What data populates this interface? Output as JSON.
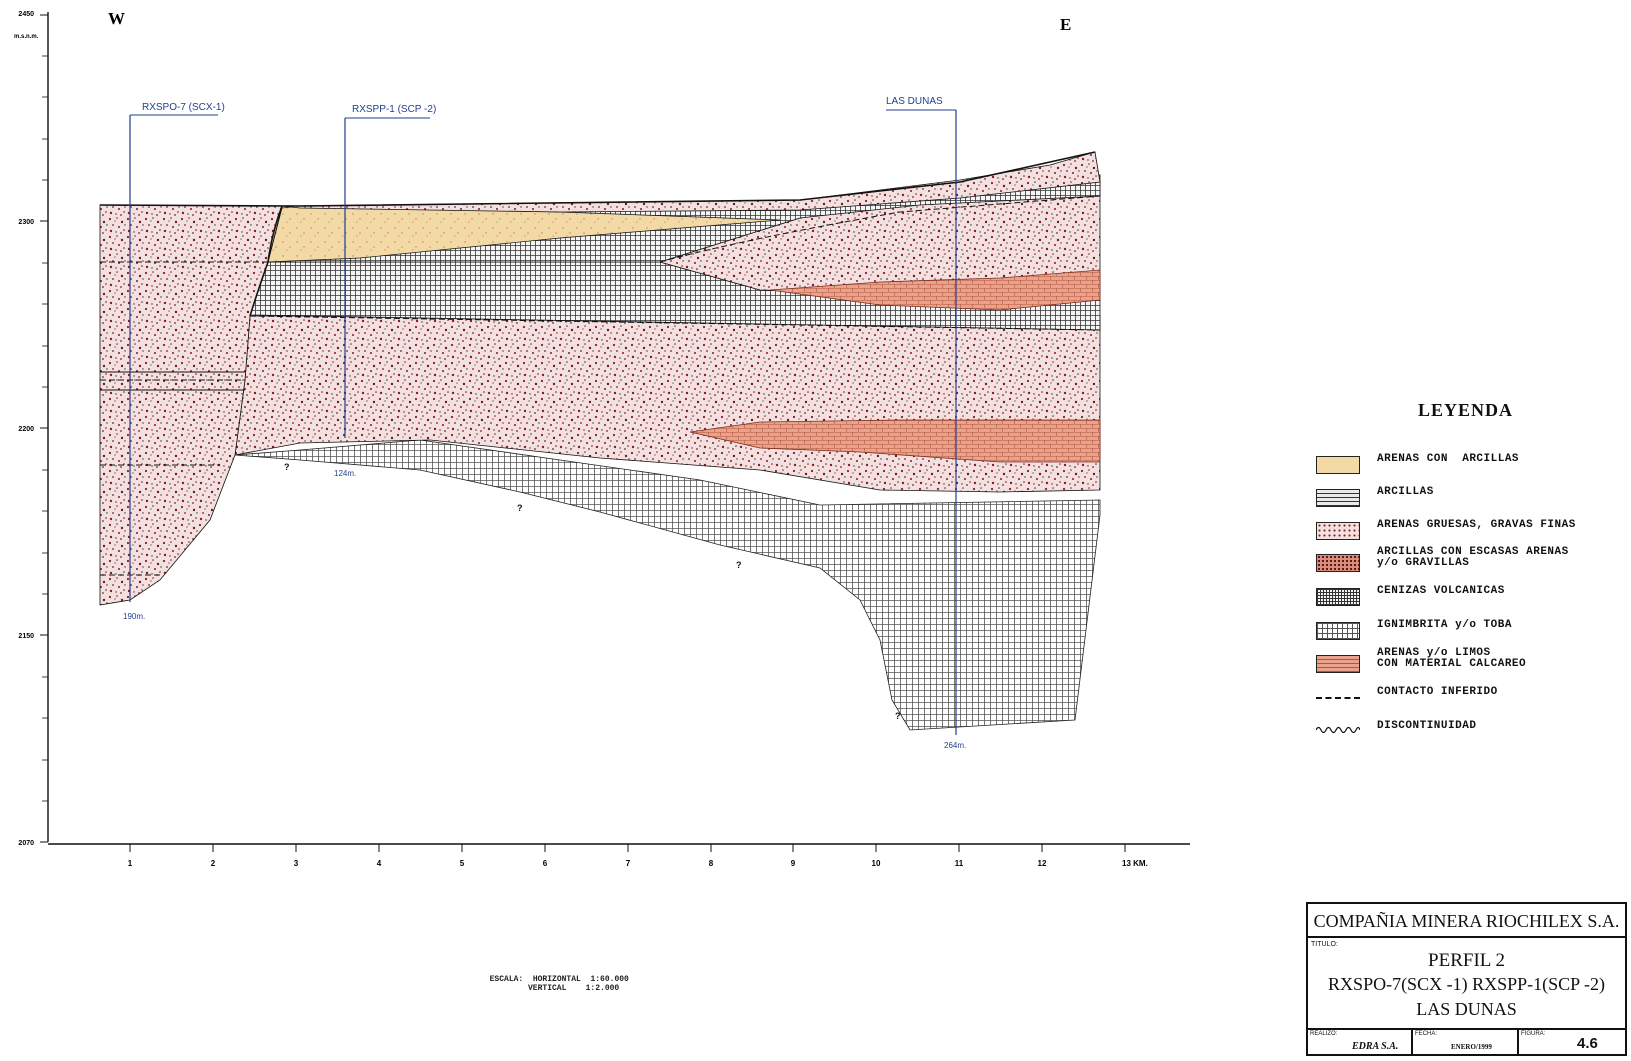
{
  "cardinal": {
    "west": "W",
    "east": "E"
  },
  "y_axis": {
    "unit": "m.s.n.m.",
    "ticks": [
      {
        "label": "2450",
        "value": 2450
      },
      {
        "label": "2300",
        "value": 2300
      },
      {
        "label": "2200",
        "value": 2200
      },
      {
        "label": "2150",
        "value": 2150
      },
      {
        "label": "2070",
        "value": 2070
      }
    ]
  },
  "x_axis": {
    "ticks": [
      "1",
      "2",
      "3",
      "4",
      "5",
      "6",
      "7",
      "8",
      "9",
      "10",
      "11",
      "12"
    ],
    "last_label": "13 KM."
  },
  "wells": [
    {
      "name": "RXSPO-7 (SCX-1)",
      "depth_label": "190m."
    },
    {
      "name": "RXSPP-1 (SCP -2)",
      "depth_label": "124m."
    },
    {
      "name": "LAS DUNAS",
      "depth_label": "264m."
    }
  ],
  "question_marks": [
    "?",
    "?",
    "?",
    "?"
  ],
  "scale": {
    "label": "ESCALA:",
    "horizontal": "HORIZONTAL  1:60.000",
    "vertical": "VERTICAL    1:2.000"
  },
  "legend": {
    "title": "LEYENDA",
    "items": [
      {
        "label": "ARENAS CON  ARCILLAS",
        "pattern": "sand-clay"
      },
      {
        "label": "ARCILLAS",
        "pattern": "clay"
      },
      {
        "label": "ARENAS GRUESAS, GRAVAS FINAS",
        "pattern": "sand"
      },
      {
        "label": "ARCILLAS CON ESCASAS ARENAS\ny/o GRAVILLAS",
        "pattern": "clay-sand"
      },
      {
        "label": "CENIZAS VOLCANICAS",
        "pattern": "ash"
      },
      {
        "label": "IGNIMBRITA y/o TOBA",
        "pattern": "ignimbrite"
      },
      {
        "label": "ARENAS y/o LIMOS\nCON MATERIAL CALCAREO",
        "pattern": "calc"
      },
      {
        "label": "CONTACTO INFERIDO",
        "pattern": "dashed"
      },
      {
        "label": "DISCONTINUIDAD",
        "pattern": "wavy"
      }
    ]
  },
  "title_block": {
    "company": "COMPAÑIA MINERA RIOCHILEX S.A.",
    "titulo_label": "TITULO:",
    "title_line1": "PERFIL  2",
    "title_line2": "RXSPO-7(SCX -1)  RXSPP-1(SCP -2)",
    "title_line3": "LAS DUNAS",
    "realizo_label": "REALIZO:",
    "realizo_value": "EDRA S.A.",
    "fecha_label": "FECHA:",
    "fecha_value": "ENERO/1999",
    "figura_label": "FIGURA:",
    "figura_value": "4.6"
  },
  "colors": {
    "sand_clay": "#f3d9a6",
    "sand_bg": "#f3e2e2",
    "sand_dots": "#8b1a1a",
    "calc": "#e7a08a",
    "grid_line": "#555555",
    "well_blue": "#1f3f8f"
  }
}
